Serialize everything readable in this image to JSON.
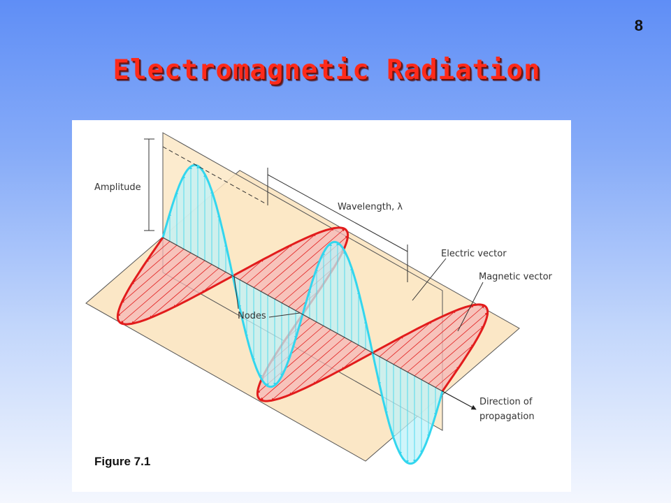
{
  "slide": {
    "number": "8",
    "title": "Electromagnetic Radiation"
  },
  "figure": {
    "caption": "Figure 7.1",
    "labels": {
      "amplitude": "Amplitude",
      "wavelength": "Wavelength, λ",
      "electric_vector": "Electric vector",
      "magnetic_vector": "Magnetic vector",
      "nodes": "Nodes",
      "direction_line1": "Direction of",
      "direction_line2": "propagation"
    },
    "colors": {
      "plane_fill": "#fbe7c6",
      "plane_stroke": "#555555",
      "electric_wave": "#33d6ee",
      "electric_fill": "#bff1f8",
      "magnetic_wave": "#e21c1c",
      "magnetic_fill": "#f6b7b7",
      "title": "#ff2a1a"
    }
  }
}
